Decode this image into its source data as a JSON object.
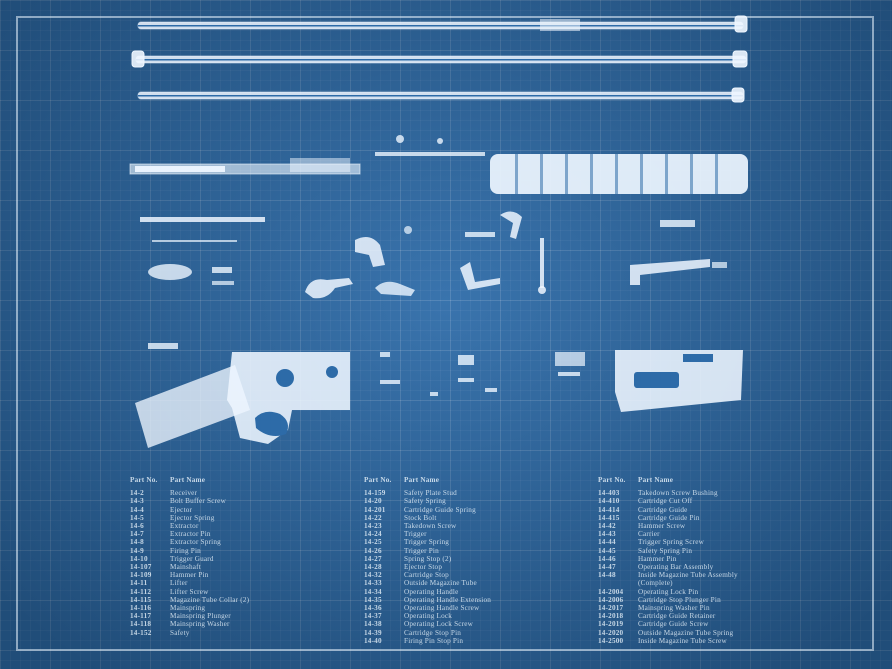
{
  "sheet": {
    "colors": {
      "background": "#2d6ba8",
      "ink": "#eef6ff",
      "grid": "#ffffff"
    }
  },
  "parts_table": {
    "columns": [
      {
        "header_part_no": "Part No.",
        "header_part_name": "Part Name",
        "rows": [
          {
            "no": "14-2",
            "name": "Receiver"
          },
          {
            "no": "14-3",
            "name": "Bolt Buffer Screw"
          },
          {
            "no": "14-4",
            "name": "Ejector"
          },
          {
            "no": "14-5",
            "name": "Ejector Spring"
          },
          {
            "no": "14-6",
            "name": "Extractor"
          },
          {
            "no": "14-7",
            "name": "Extractor Pin"
          },
          {
            "no": "14-8",
            "name": "Extractor Spring"
          },
          {
            "no": "14-9",
            "name": "Firing Pin"
          },
          {
            "no": "14-10",
            "name": "Trigger Guard"
          },
          {
            "no": "14-107",
            "name": "Mainshaft"
          },
          {
            "no": "14-109",
            "name": "Hammer Pin"
          },
          {
            "no": "14-11",
            "name": "Lifter"
          },
          {
            "no": "14-112",
            "name": "Lifter Screw"
          },
          {
            "no": "14-115",
            "name": "Magazine Tube Collar (2)"
          },
          {
            "no": "14-116",
            "name": "Mainspring"
          },
          {
            "no": "14-117",
            "name": "Mainspring Plunger"
          },
          {
            "no": "14-118",
            "name": "Mainspring Washer"
          },
          {
            "no": "14-152",
            "name": "Safety"
          }
        ]
      },
      {
        "header_part_no": "Part No.",
        "header_part_name": "Part Name",
        "rows": [
          {
            "no": "14-159",
            "name": "Safety Plate Stud"
          },
          {
            "no": "14-20",
            "name": "Safety Spring"
          },
          {
            "no": "14-201",
            "name": "Cartridge Guide Spring"
          },
          {
            "no": "14-22",
            "name": "Stock Bolt"
          },
          {
            "no": "14-23",
            "name": "Takedown Screw"
          },
          {
            "no": "14-24",
            "name": "Trigger"
          },
          {
            "no": "14-25",
            "name": "Trigger Spring"
          },
          {
            "no": "14-26",
            "name": "Trigger Pin"
          },
          {
            "no": "14-27",
            "name": "Spring Stop (2)"
          },
          {
            "no": "14-28",
            "name": "Ejector Stop"
          },
          {
            "no": "14-32",
            "name": "Cartridge Stop"
          },
          {
            "no": "14-33",
            "name": "Outside Magazine Tube"
          },
          {
            "no": "14-34",
            "name": "Operating Handle"
          },
          {
            "no": "14-35",
            "name": "Operating Handle Extension"
          },
          {
            "no": "14-36",
            "name": "Operating Handle Screw"
          },
          {
            "no": "14-37",
            "name": "Operating Lock"
          },
          {
            "no": "14-38",
            "name": "Operating Lock Screw"
          },
          {
            "no": "14-39",
            "name": "Cartridge Stop Pin"
          },
          {
            "no": "14-40",
            "name": "Firing Pin Stop Pin"
          }
        ]
      },
      {
        "header_part_no": "Part No.",
        "header_part_name": "Part Name",
        "rows": [
          {
            "no": "14-403",
            "name": "Takedown Screw Bushing"
          },
          {
            "no": "14-410",
            "name": "Cartridge Cut Off"
          },
          {
            "no": "14-414",
            "name": "Cartridge Guide"
          },
          {
            "no": "14-415",
            "name": "Cartridge Guide Pin"
          },
          {
            "no": "14-42",
            "name": "Hammer Screw"
          },
          {
            "no": "14-43",
            "name": "Carrier"
          },
          {
            "no": "14-44",
            "name": "Trigger Spring Screw"
          },
          {
            "no": "14-45",
            "name": "Safety Spring Pin"
          },
          {
            "no": "14-46",
            "name": "Hammer Pin"
          },
          {
            "no": "14-47",
            "name": "Operating Bar Assembly"
          },
          {
            "no": "14-48",
            "name": "Inside Magazine Tube Assembly"
          },
          {
            "no": "",
            "name": "(Complete)"
          },
          {
            "no": "14-2004",
            "name": "Operating Lock Pin"
          },
          {
            "no": "14-2006",
            "name": "Cartridge Stop Plunger Pin"
          },
          {
            "no": "14-2017",
            "name": "Mainspring Washer Pin"
          },
          {
            "no": "14-2018",
            "name": "Cartridge Guide Retainer"
          },
          {
            "no": "14-2019",
            "name": "Cartridge Guide Screw"
          },
          {
            "no": "14-2020",
            "name": "Outside Magazine Tube Spring"
          },
          {
            "no": "14-2500",
            "name": "Inside Magazine Tube Screw"
          }
        ]
      }
    ]
  }
}
